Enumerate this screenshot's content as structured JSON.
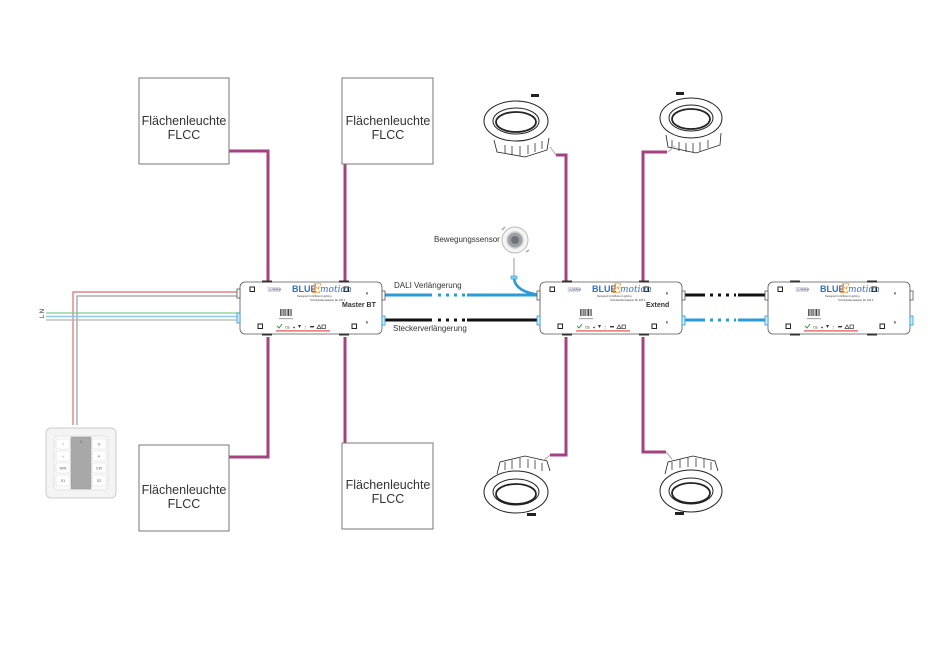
{
  "diagram": {
    "type": "wiring-diagram",
    "colors": {
      "luminaire_wire": "#a4417f",
      "dali_wire": "#2a9bd7",
      "plug_wire": "#111111",
      "mains_red": "#e06b6b",
      "mains_gray": "#9a9a9a",
      "bus_green": "#7fcf8e",
      "bus_blue": "#8ccbef",
      "brand_blue": "#2f6fd0",
      "brand_orange": "#f08a24"
    },
    "panel_luminaires": [
      {
        "id": "flcc-top-left",
        "line1": "Flächenleuchte",
        "line2": "FLCC"
      },
      {
        "id": "flcc-top-right",
        "line1": "Flächenleuchte",
        "line2": "FLCC"
      },
      {
        "id": "flcc-bottom-left",
        "line1": "Flächenleuchte",
        "line2": "FLCC"
      },
      {
        "id": "flcc-bottom-right",
        "line1": "Flächenleuchte",
        "line2": "FLCC"
      }
    ],
    "controllers": [
      {
        "id": "master",
        "name": "Master BT",
        "logo_left": "LUXERNA",
        "logo_blue": "BLUE",
        "logo_e": "E",
        "logo_motion": "motion",
        "subtitle1": "Designed for Efficient Lighting",
        "subtitle2": "Schnittstellenadapter Bu 4/M 4"
      },
      {
        "id": "extend",
        "name": "Extend",
        "logo_left": "LUXERNA",
        "logo_blue": "BLUE",
        "logo_e": "E",
        "logo_motion": "motion",
        "subtitle1": "Designed for Efficient Lighting",
        "subtitle2": "Schnittstellenadapter Bu 4/M 4"
      },
      {
        "id": "extend-2",
        "name": "",
        "logo_left": "LUXERNA",
        "logo_blue": "BLUE",
        "logo_e": "E",
        "logo_motion": "motion",
        "subtitle1": "Designed for Efficient Lighting",
        "subtitle2": "Schnittstellenadapter Bu 4/M 4"
      }
    ],
    "labels": {
      "dali_extension": "DALI Verlängerung",
      "plug_extension": "Steckerverlängerung",
      "motion_sensor": "Bewegungssensor",
      "mains_terminal": "L N"
    },
    "wall_switch": {
      "buttons_left": [
        "I",
        "☼",
        "WW",
        "S1"
      ],
      "buttons_right": [
        "O",
        "☀",
        "CW",
        "S2"
      ]
    },
    "downlights": [
      {
        "id": "downlight-top-1"
      },
      {
        "id": "downlight-top-2"
      },
      {
        "id": "downlight-bottom-1"
      },
      {
        "id": "downlight-bottom-2"
      }
    ]
  }
}
